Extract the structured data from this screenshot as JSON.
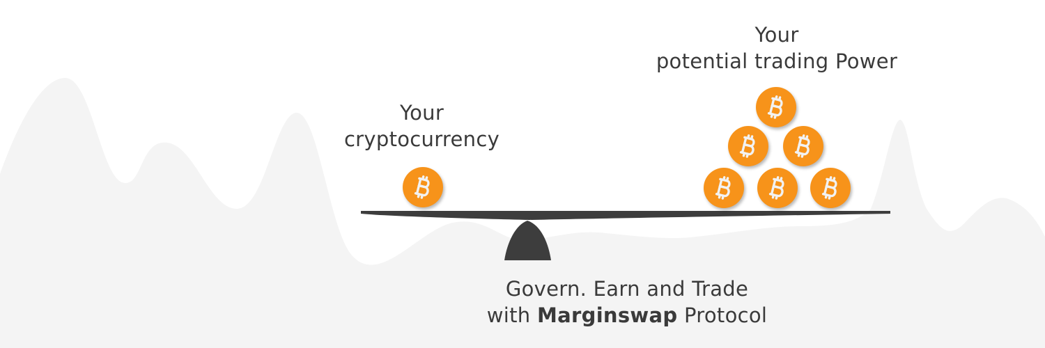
{
  "left_label": {
    "line1": "Your",
    "line2": "cryptocurrency"
  },
  "right_label": {
    "line1": "Your",
    "line2": "potential trading Power"
  },
  "bottom_label": {
    "line1": "Govern. Earn and Trade",
    "line2_prefix": "with",
    "line2_bold": "Marginswap",
    "line2_suffix": "Protocol"
  },
  "colors": {
    "coin": "#f7931a",
    "beam": "#3d3d3d",
    "text": "#3a3a3a",
    "background_wave": "#f4f4f4"
  },
  "icons": {
    "coin": "bitcoin-icon",
    "fulcrum": "fulcrum-shape"
  },
  "coins": {
    "left_count": 1,
    "right_count": 6
  }
}
